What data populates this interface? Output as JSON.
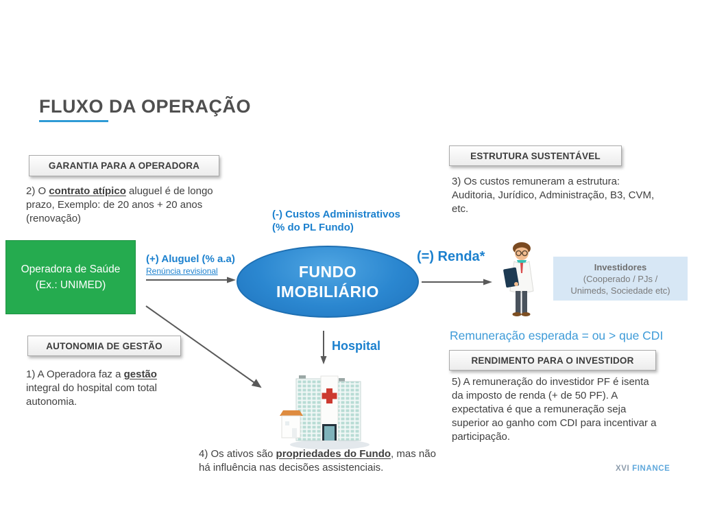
{
  "title": "FLUXO DA OPERAÇÃO",
  "colors": {
    "accent_blue": "#1b80ce",
    "light_blue": "#3e9bd8",
    "underline_blue": "#2e9bd5",
    "operator_green": "#25ab4f",
    "ellipse_blue": "#2b87d0",
    "investors_bg": "#d7e7f5",
    "arrow_gray": "#595959"
  },
  "boxes": {
    "garantia": {
      "header": "GARANTIA PARA A OPERADORA",
      "pre": "2) O ",
      "em": "contrato atípico",
      "post": " aluguel é de longo\nprazo, Exemplo: de 20 anos + 20 anos\n(renovação)"
    },
    "estrutura": {
      "header": "ESTRUTURA SUSTENTÁVEL",
      "body": "3) Os custos remuneram a estrutura:\nAuditoria, Jurídico, Administração, B3, CVM,\netc."
    },
    "autonomia": {
      "header": "AUTONOMIA DE GESTÃO",
      "pre": "1) A Operadora faz a ",
      "em": "gestão",
      "post": "\nintegral do hospital com total\nautonomia."
    },
    "rendimento": {
      "header": "RENDIMENTO PARA O INVESTIDOR",
      "body": "5) A remuneração do investidor PF é isenta\nda imposto de renda (+ de 50 PF). A\nexpectativa é que a remuneração seja\nsuperior ao ganho com CDI para incentivar a\nparticipação."
    }
  },
  "flow": {
    "operadora": "Operadora de Saúde\n(Ex.: UNIMED)",
    "aluguel": "(+) Aluguel (% a.a)",
    "aluguel_sub": "Renúncia revisional",
    "custos": "(-) Custos Administrativos\n(% do PL Fundo)",
    "fundo": "FUNDO\nIMOBILIÁRIO",
    "renda": "(=) Renda*",
    "investidores_title": "Investidores",
    "investidores_sub": "(Cooperado / PJs /\nUnimeds, Sociedade etc)",
    "remuneracao": "Remuneração esperada = ou > que CDI",
    "hospital": "Hospital"
  },
  "nota4": {
    "pre": "4) Os ativos são ",
    "em": "propriedades do Fundo",
    "post": ", mas não\nhá influência nas decisões assistenciais."
  },
  "footer": {
    "brand_gray": "XVI",
    "brand_blue": "FINANCE"
  }
}
